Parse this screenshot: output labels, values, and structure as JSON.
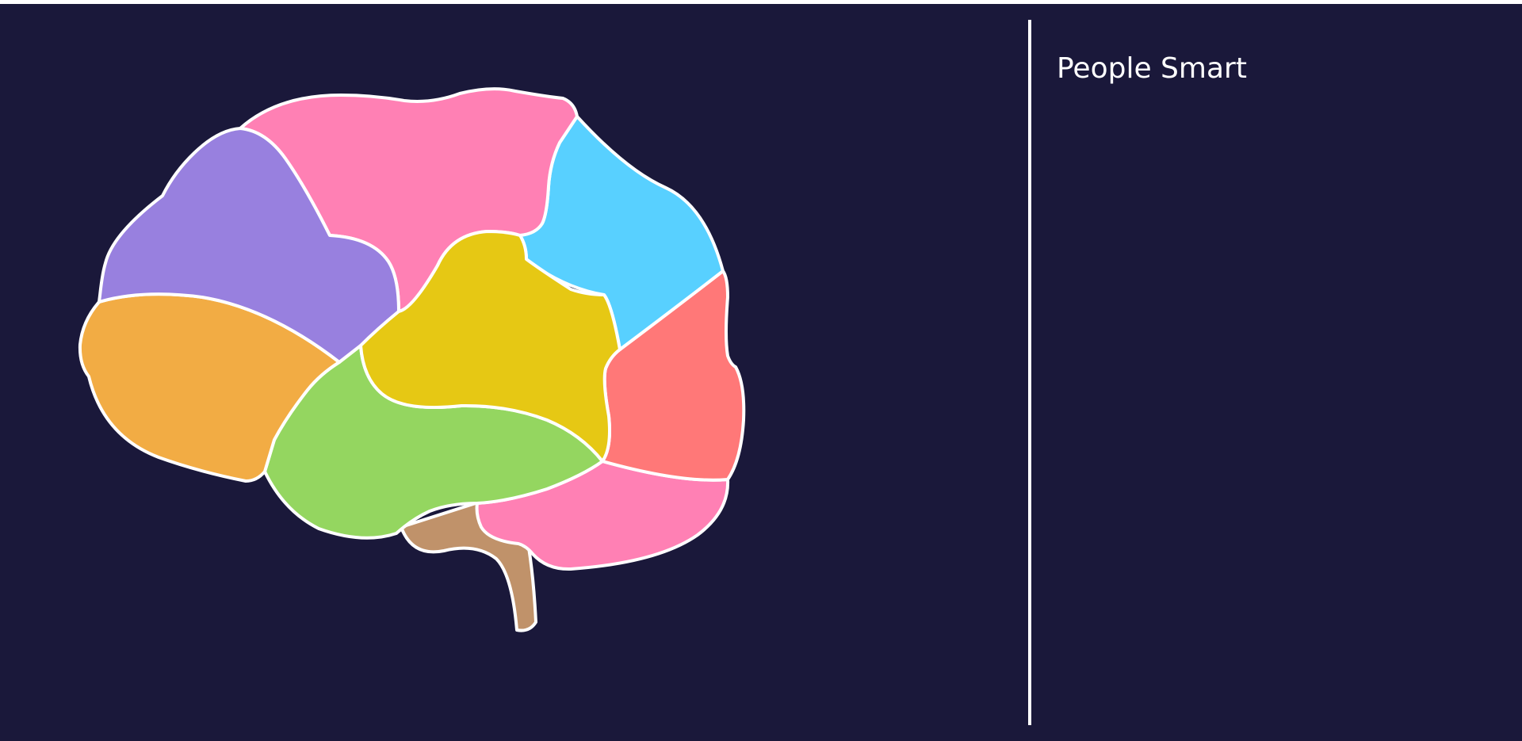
{
  "app": {
    "background_color": "#1a183a",
    "outline_color": "#ffffff"
  },
  "brain": {
    "regions": [
      {
        "id": "frontal-upper",
        "color": "#9880df"
      },
      {
        "id": "parietal-top",
        "color": "#ff80b4"
      },
      {
        "id": "occipital-upper",
        "color": "#58d0ff"
      },
      {
        "id": "center",
        "color": "#e6c814"
      },
      {
        "id": "frontal-lower",
        "color": "#f2ac44"
      },
      {
        "id": "temporal",
        "color": "#94d660"
      },
      {
        "id": "occipital-lower",
        "color": "#ff7878"
      },
      {
        "id": "cerebellum",
        "color": "#ff80b4"
      },
      {
        "id": "brainstem",
        "color": "#c0926a"
      }
    ]
  },
  "panel": {
    "title": "People Smart"
  }
}
